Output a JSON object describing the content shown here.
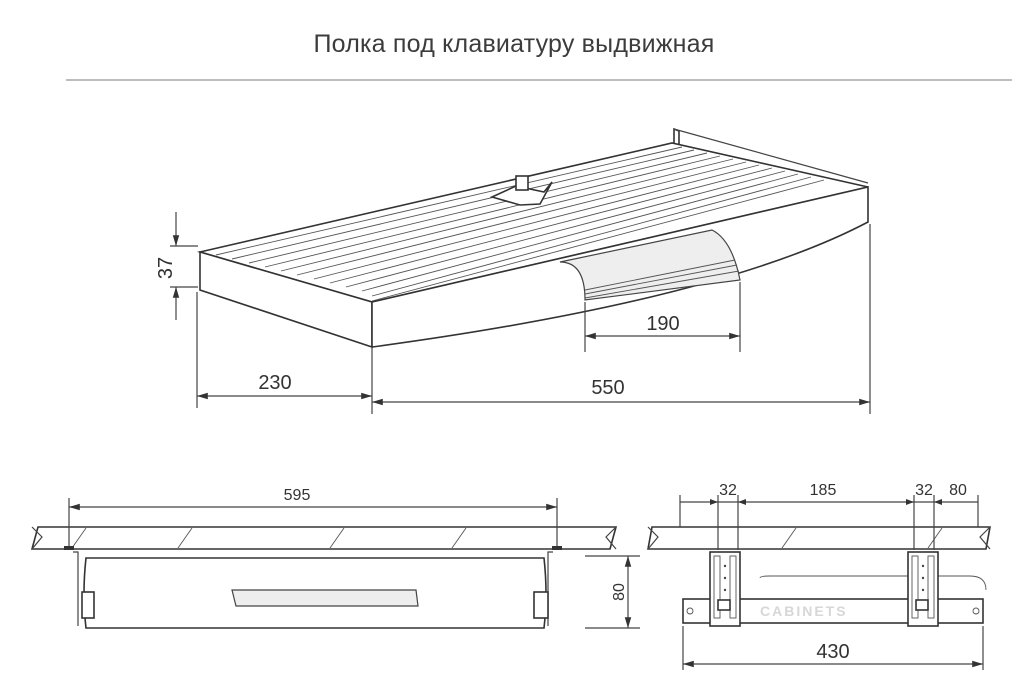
{
  "title": "Полка под клавиатуру выдвижная",
  "dimensions": {
    "height": "37",
    "front_extension": "230",
    "depth": "550",
    "handle_width": "190",
    "front_width": "595",
    "front_height": "80",
    "side_spacing_left": "32",
    "side_spacing_middle": "185",
    "side_spacing_right": "32",
    "side_offset": "80",
    "side_depth": "430"
  }
}
